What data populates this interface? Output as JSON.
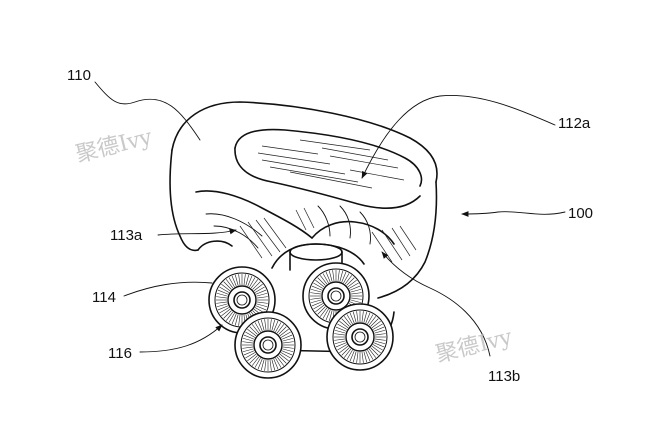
{
  "diagram": {
    "labels": {
      "device": "100",
      "housing": "110",
      "top_surface": "112a",
      "side_left": "113a",
      "side_right": "113b",
      "head_ring": "114",
      "head_group": "116"
    },
    "watermarks": [
      "聚德Ivy",
      "聚德Ivy"
    ]
  }
}
